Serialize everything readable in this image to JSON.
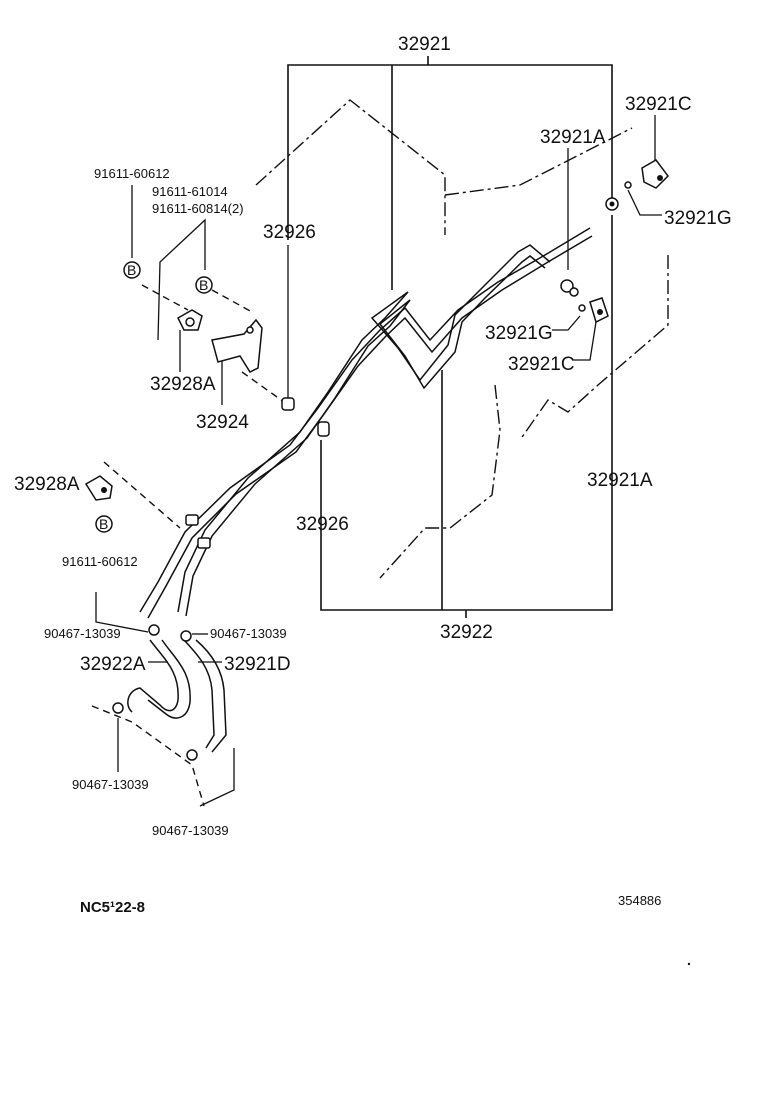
{
  "parts": {
    "p32921": "32921",
    "p32921C_top": "32921C",
    "p32921A_top": "32921A",
    "p32921G_right": "32921G",
    "p32926_upper": "32926",
    "p32926_lower": "32926",
    "p32921G_mid": "32921G",
    "p32921C_mid": "32921C",
    "p32921A_right": "32921A",
    "p32922": "32922",
    "p32928A_upper": "32928A",
    "p32928A_left": "32928A",
    "p32924": "32924",
    "p32922A": "32922A",
    "p32921D": "32921D"
  },
  "bolts": {
    "b91611_60612_top": "91611-60612",
    "b91611_61014": "91611-61014",
    "b91611_60814": "91611-60814(2)",
    "b91611_60612_mid": "91611-60612"
  },
  "clamps": {
    "c90467_a": "90467-13039",
    "c90467_b": "90467-13039",
    "c90467_c": "90467-13039",
    "c90467_d": "90467-13039"
  },
  "markers": {
    "bolt_marker": "B"
  },
  "footer": {
    "code": "NC5¹22-8",
    "number": "354886"
  }
}
